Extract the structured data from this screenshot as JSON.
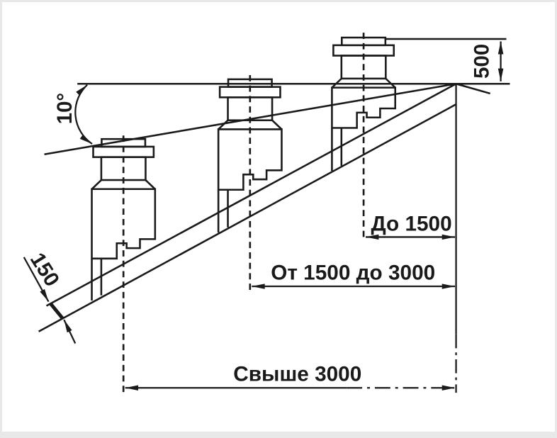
{
  "diagram": {
    "type": "chimney-height-above-roof-dimension-diagram",
    "labels": {
      "angle": "10°",
      "height_above_ridge": "500",
      "roof_offset": "150",
      "zone_near_ridge": "До 1500",
      "zone_middle": "От 1500 до 3000",
      "zone_far": "Свыше 3000"
    },
    "colors": {
      "line": "#1a1a1a",
      "background": "#ffffff",
      "frame": "#e8e8e8"
    }
  }
}
